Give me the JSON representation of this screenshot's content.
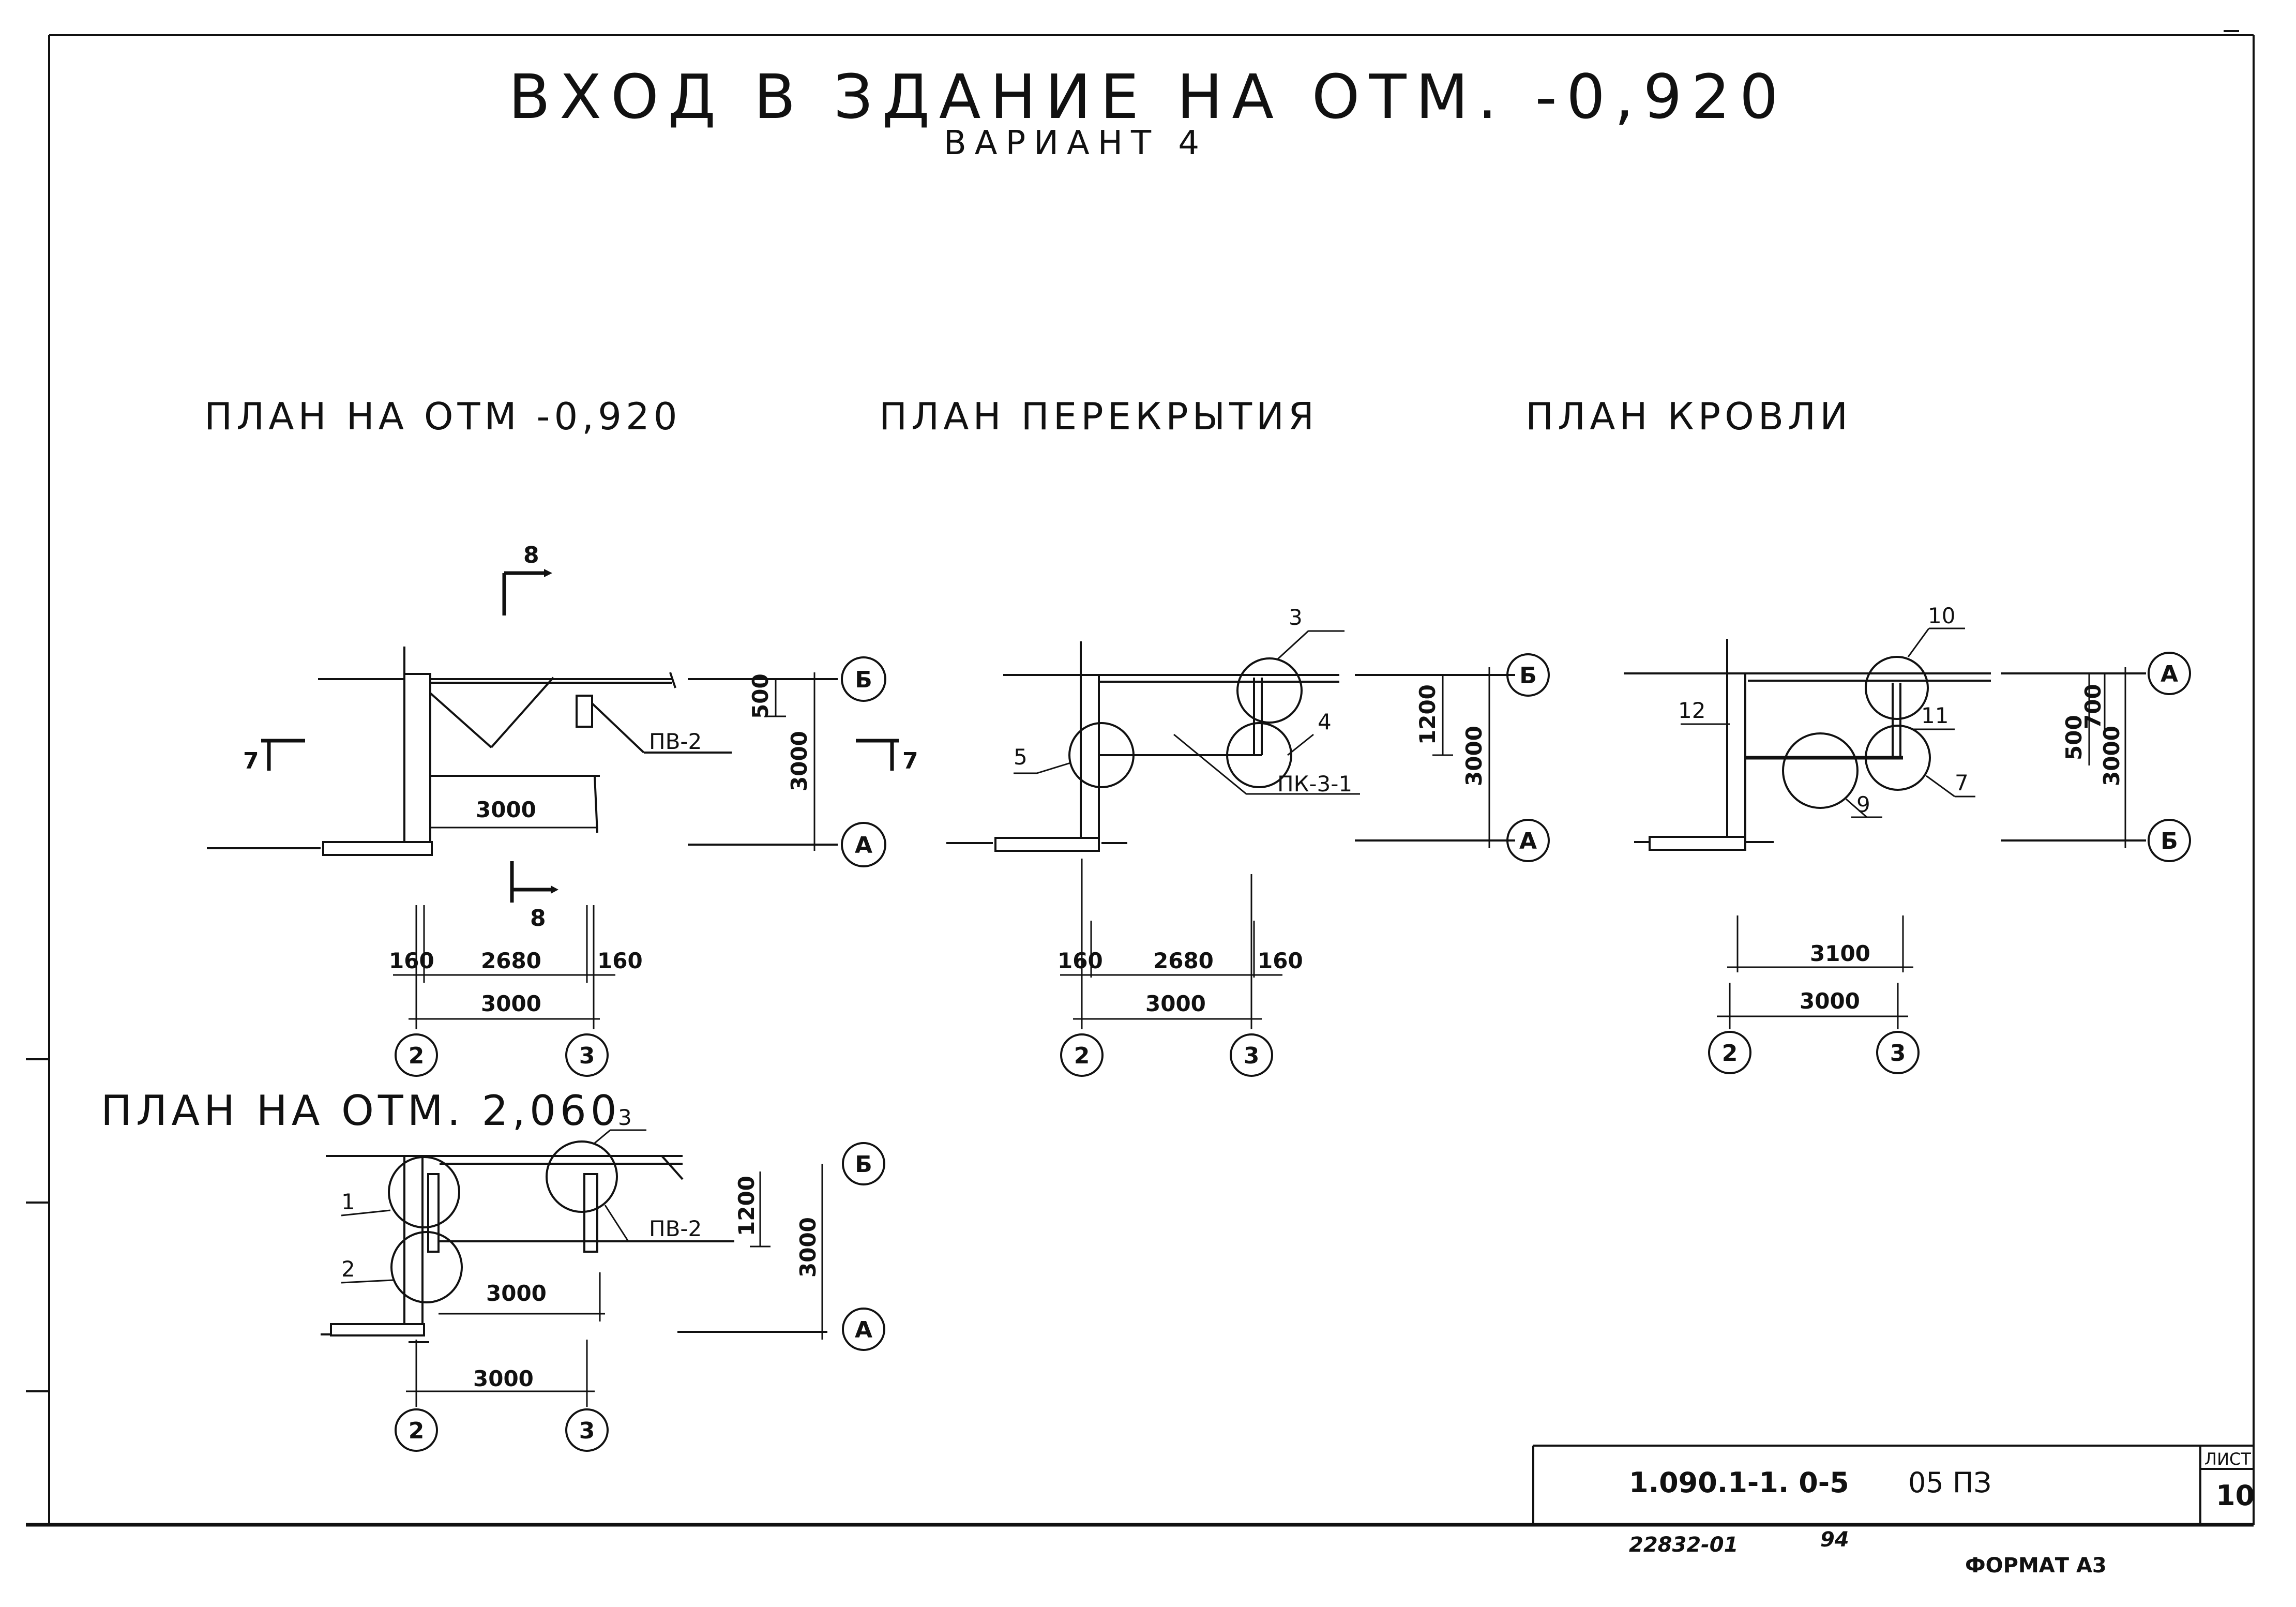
{
  "sheet": {
    "title": "ВХОД В ЗДАНИЕ НА ОТМ. -0,920",
    "subtitle": "ВАРИАНТ 4"
  },
  "plans": {
    "p1": {
      "title": "ПЛАН НА ОТМ -0,920",
      "section_top": "8",
      "section_bottom": "8",
      "section_left": "7",
      "section_right": "7",
      "dim_500": "500",
      "dim_3000_v": "3000",
      "dim_3000_inner": "3000",
      "dim_160_l": "160",
      "dim_2680": "2680",
      "dim_160_r": "160",
      "dim_3000_b": "3000",
      "label_pv2": "ПВ-2",
      "axis_top": "Б",
      "axis_bottom": "А",
      "axis_left": "2",
      "axis_right": "3"
    },
    "p2": {
      "title": "ПЛАН ПЕРЕКРЫТИЯ",
      "dim_1200": "1200",
      "dim_3000_v": "3000",
      "dim_160_l": "160",
      "dim_2680": "2680",
      "dim_160_r": "160",
      "dim_3000_b": "3000",
      "callout_3": "3",
      "callout_4": "4",
      "callout_5": "5",
      "label_pk": "ПК-3-1",
      "axis_top": "Б",
      "axis_bottom": "А",
      "axis_left": "2",
      "axis_right": "3"
    },
    "p3": {
      "title": "ПЛАН КРОВЛИ",
      "dim_500": "500",
      "dim_700": "700",
      "dim_3000_v": "3000",
      "dim_3100": "3100",
      "dim_3000_b": "3000",
      "callout_7": "7",
      "callout_9": "9",
      "callout_10": "10",
      "callout_11": "11",
      "callout_12": "12",
      "axis_top": "А",
      "axis_bottom": "Б",
      "axis_left": "2",
      "axis_right": "3"
    },
    "p4": {
      "title": "ПЛАН НА ОТМ. 2,060",
      "callout_1": "1",
      "callout_2": "2",
      "callout_3": "3",
      "label_pv2": "ПВ-2",
      "dim_1200": "1200",
      "dim_3000_v": "3000",
      "dim_3000_inner": "3000",
      "dim_3000_b": "3000",
      "axis_top": "Б",
      "axis_bottom": "А",
      "axis_left": "2",
      "axis_right": "3"
    }
  },
  "stamp": {
    "code": "1.090.1-1. 0-5",
    "doc": "05 ПЗ",
    "sheet_label": "ЛИСТ",
    "sheet_no": "10",
    "inventory": "22832-01",
    "inventory_suffix": "94",
    "format": "ФОРМАТ А3"
  }
}
